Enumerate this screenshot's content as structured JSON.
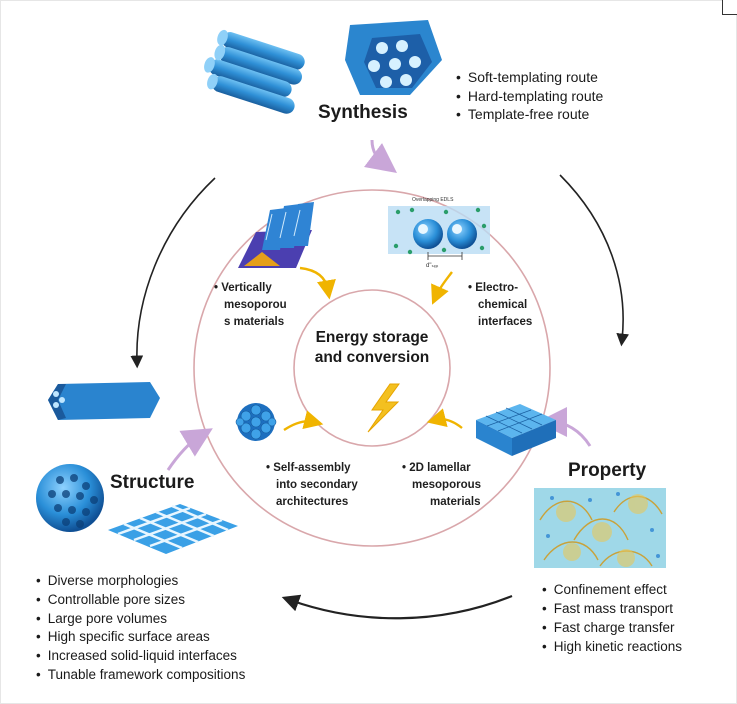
{
  "synthesis": {
    "title": "Synthesis",
    "items": [
      "Soft-templating route",
      "Hard-templating route",
      "Template-free route"
    ]
  },
  "structure": {
    "title": "Structure",
    "items": [
      "Diverse morphologies",
      "Controllable pore sizes",
      "Large pore volumes",
      "High specific surface areas",
      "Increased solid-liquid interfaces",
      "Tunable framework compositions"
    ]
  },
  "property": {
    "title": "Property",
    "items": [
      "Confinement effect",
      "Fast mass transport",
      "Fast charge transfer",
      "High kinetic reactions"
    ]
  },
  "center": {
    "title_line1": "Energy storage",
    "title_line2": "and conversion"
  },
  "ring_labels": {
    "vertical": [
      "• Vertically",
      "mesoporou",
      "s materials"
    ],
    "electro": [
      "• Electro-",
      "chemical",
      "interfaces"
    ],
    "self_assembly": [
      "• Self-assembly",
      "into secondary",
      "architectures"
    ],
    "lamellar": [
      "• 2D lamellar",
      "mesoporous",
      "materials"
    ]
  },
  "tiny_labels": {
    "overlap": "Overlapping EDLS",
    "dist": "d\"ₛₑₚ"
  },
  "colors": {
    "blue": "#2e8fd6",
    "dark_blue": "#1d5fa8",
    "ring": "#d9a7ab",
    "arrow_pink": "#c9a6d8",
    "arrow_yellow": "#f0b400"
  }
}
